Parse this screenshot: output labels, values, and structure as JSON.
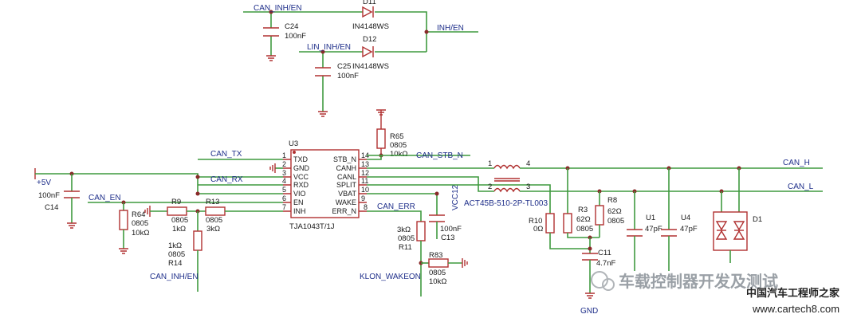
{
  "nets": {
    "can_inh_en_top": "CAN_INH/EN",
    "lin_inh_en": "LIN_INH/EN",
    "inh_en": "INH/EN",
    "can_tx": "CAN_TX",
    "can_rx": "CAN_RX",
    "can_en": "CAN_EN",
    "can_stb_n": "CAN_STB_N",
    "can_err": "CAN_ERR",
    "klon_wakeon": "KLON_WAKEON",
    "can_inh_en_bottom": "CAN_INH/EN",
    "can_h": "CAN_H",
    "can_l": "CAN_L",
    "plus5v": "+5V",
    "vcc12": "VCC12",
    "gnd": "GND"
  },
  "parts": {
    "d11": {
      "ref": "D11",
      "value": "IN4148WS"
    },
    "d12": {
      "ref": "D12",
      "value": "IN4148WS"
    },
    "c24": {
      "ref": "C24",
      "value": "100nF"
    },
    "c25": {
      "ref": "C25",
      "value": "100nF"
    },
    "r65": {
      "ref": "R65",
      "pkg": "0805",
      "value": "10kΩ"
    },
    "c14": {
      "ref": "C14",
      "value": "100nF"
    },
    "r64": {
      "ref": "R64",
      "pkg": "0805",
      "value": "10kΩ"
    },
    "r9": {
      "ref": "R9",
      "pkg": "0805",
      "value": "1kΩ"
    },
    "r13": {
      "ref": "R13",
      "pkg": "0805",
      "value": "3kΩ"
    },
    "r14": {
      "ref": "R14",
      "pkg": "0805",
      "value": "1kΩ"
    },
    "r11": {
      "ref": "R11",
      "pkg": "0805",
      "value": "3kΩ"
    },
    "c13": {
      "ref": "C13",
      "value": "100nF"
    },
    "r83": {
      "ref": "R83",
      "pkg": "0805",
      "value": "10kΩ"
    },
    "r10": {
      "ref": "R10",
      "value": "0Ω"
    },
    "r3": {
      "ref": "R3",
      "pkg": "0805",
      "value": "62Ω"
    },
    "r8": {
      "ref": "R8",
      "pkg": "0805",
      "value": "62Ω"
    },
    "c11": {
      "ref": "C11",
      "value": "4.7nF"
    },
    "u1": {
      "ref": "U1",
      "value": "47pF"
    },
    "u4": {
      "ref": "U4",
      "value": "47pF"
    },
    "d1": {
      "ref": "D1"
    },
    "choke": {
      "part": "ACT45B-510-2P-TL003",
      "p1": "1",
      "p2": "2",
      "p3": "3",
      "p4": "4"
    }
  },
  "ic": {
    "ref": "U3",
    "part": "TJA1043T/1J",
    "pins_left": [
      {
        "num": "1",
        "name": "TXD"
      },
      {
        "num": "2",
        "name": "GND"
      },
      {
        "num": "3",
        "name": "VCC"
      },
      {
        "num": "4",
        "name": "RXD"
      },
      {
        "num": "5",
        "name": "VIO"
      },
      {
        "num": "6",
        "name": "EN"
      },
      {
        "num": "7",
        "name": "INH"
      }
    ],
    "pins_right": [
      {
        "num": "14",
        "name": "STB_N"
      },
      {
        "num": "13",
        "name": "CANH"
      },
      {
        "num": "12",
        "name": "CANL"
      },
      {
        "num": "11",
        "name": "SPLIT"
      },
      {
        "num": "10",
        "name": "VBAT"
      },
      {
        "num": "9",
        "name": "WAKE"
      },
      {
        "num": "8",
        "name": "ERR_N"
      }
    ]
  },
  "watermark": {
    "channel": "车载控制器开发及测试",
    "site_cn": "中国汽车工程师之家",
    "site_url": "www.cartech8.com"
  }
}
